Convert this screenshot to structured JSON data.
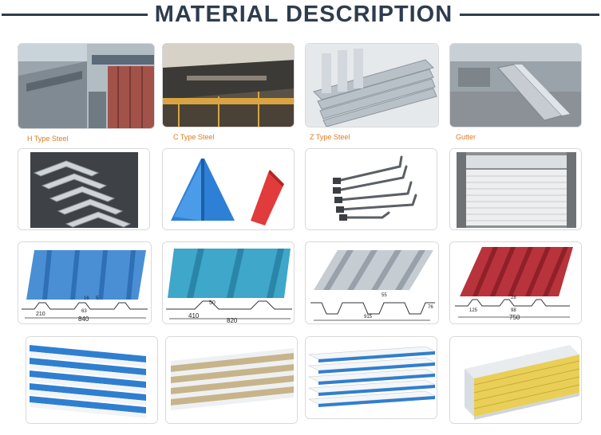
{
  "heading": {
    "title": "MATERIAL DESCRIPTION"
  },
  "colors": {
    "heading": "#2e3c4e",
    "caption": "#e07a1e",
    "roof_blue": "#4a8fd4",
    "roof_teal": "#3fa7c9",
    "roof_red": "#b8333b",
    "panel_blue": "#2f7fd0",
    "wool_yellow": "#e9cf57"
  },
  "row1": {
    "captions": [
      "H Type Steel",
      "C Type Steel",
      "Z Type Steel",
      "Gutter"
    ]
  },
  "profiles": [
    {
      "dims": [
        "16",
        "5",
        "63",
        "210",
        "840"
      ]
    },
    {
      "dims": [
        "50",
        "410",
        "820"
      ]
    },
    {
      "dims": [
        "55",
        "76",
        "915"
      ]
    },
    {
      "dims": [
        "28",
        "125",
        "98",
        "750"
      ]
    }
  ]
}
